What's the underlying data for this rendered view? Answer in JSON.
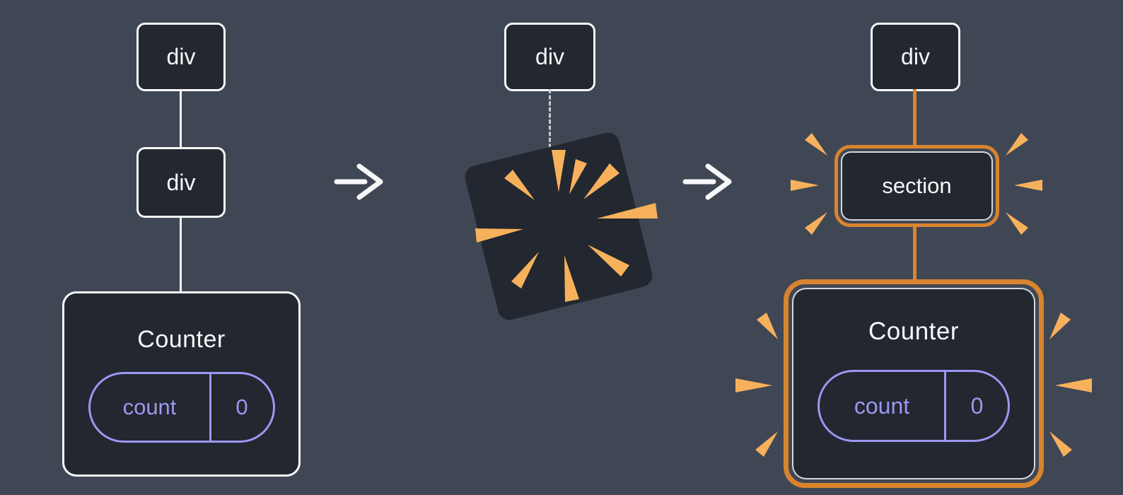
{
  "colors": {
    "background": "#404754",
    "node_fill": "#23272F",
    "node_border": "#F6F7F9",
    "highlight_orange": "#D9842E",
    "spark_orange": "#F7B15C",
    "state_purple": "#9C97F2",
    "text": "#F6F7F9"
  },
  "before": {
    "root": "div",
    "child": "div",
    "counter": {
      "title": "Counter",
      "state_name": "count",
      "state_value": "0"
    }
  },
  "during": {
    "root": "div"
  },
  "after": {
    "root": "div",
    "child": "section",
    "counter": {
      "title": "Counter",
      "state_name": "count",
      "state_value": "0"
    }
  },
  "icons": {
    "arrow": "right-arrow",
    "poof": "poof-explosion",
    "sparkle": "sparkle-burst"
  }
}
